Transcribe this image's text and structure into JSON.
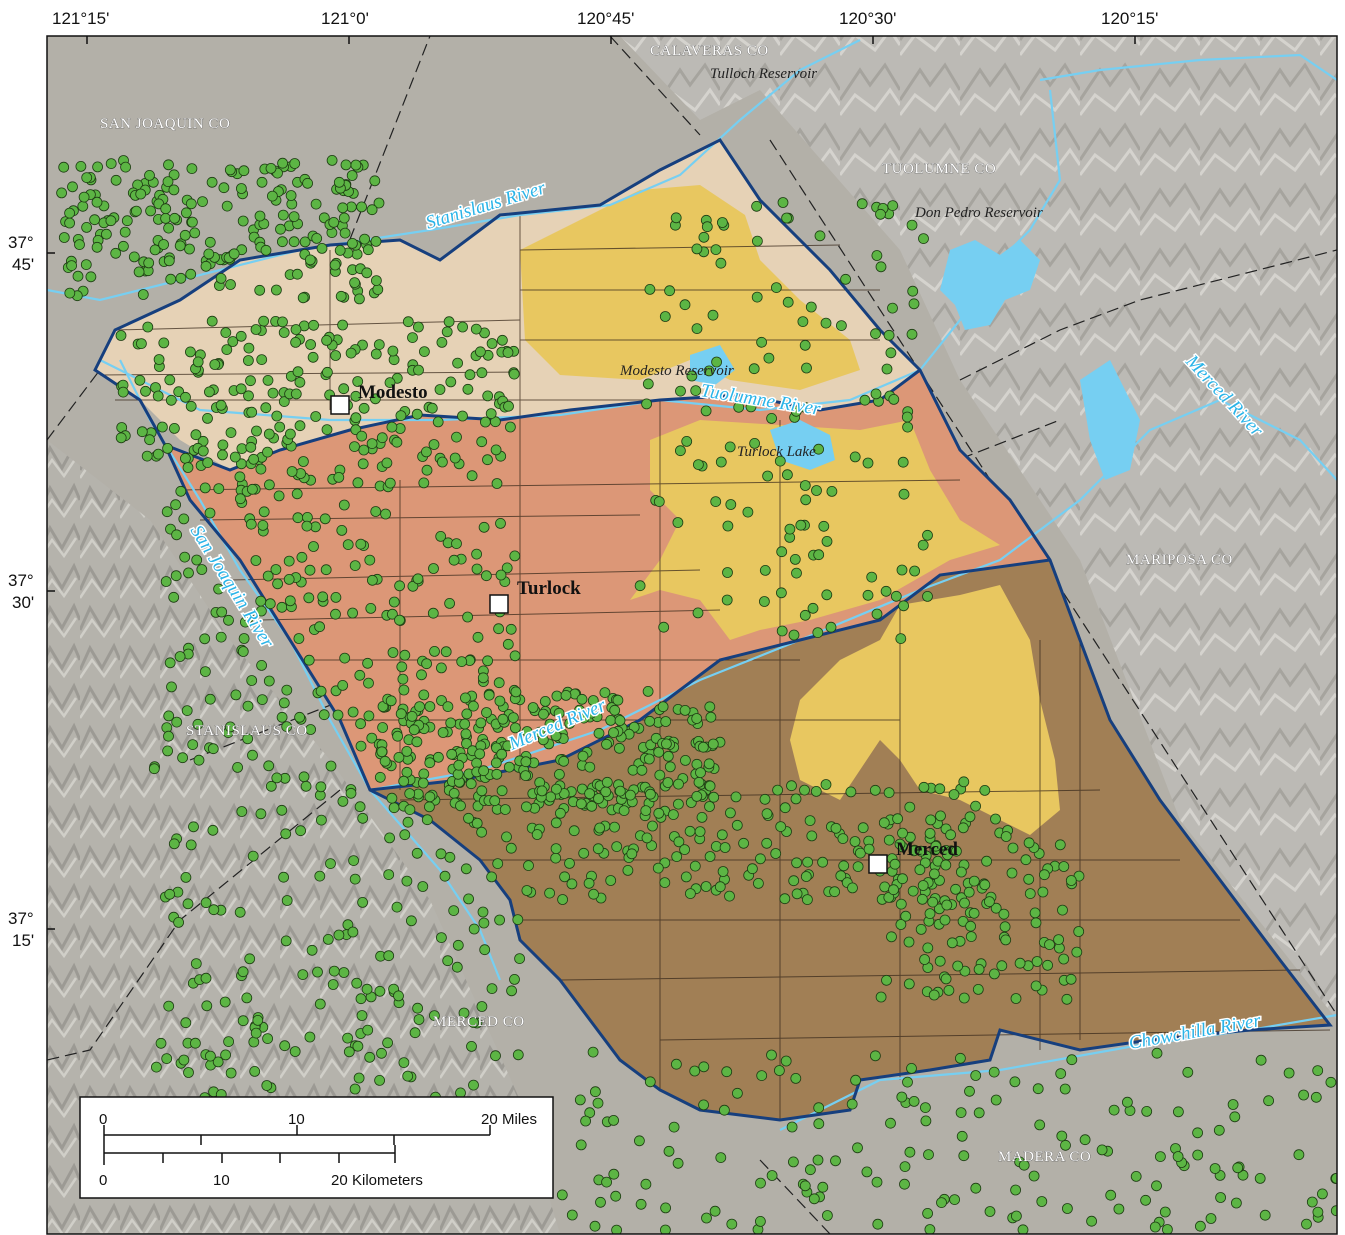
{
  "map": {
    "longitude_ticks": [
      "121°15'",
      "121°0'",
      "120°45'",
      "120°30'",
      "120°15'"
    ],
    "latitude_ticks": [
      {
        "deg": "37°",
        "min": "45'"
      },
      {
        "deg": "37°",
        "min": "30'"
      },
      {
        "deg": "37°",
        "min": "15'"
      }
    ],
    "counties": {
      "san_joaquin": "SAN JOAQUIN CO",
      "calaveras": "CALAVERAS CO",
      "tuolumne": "TUOLUMNE CO",
      "mariposa": "MARIPOSA CO",
      "stanislaus": "STANISLAUS CO",
      "merced": "MERCED CO",
      "madera": "MADERA CO"
    },
    "rivers": {
      "stanislaus": "Stanislaus River",
      "tuolumne": "Tuolumne River",
      "merced_east": "Merced River",
      "merced_central": "Merced River",
      "san_joaquin": "San Joaquin River",
      "chowchilla": "Chowchilla River"
    },
    "reservoirs": {
      "tulloch": "Tulloch Reservoir",
      "don_pedro": "Don Pedro Reservoir",
      "modesto": "Modesto Reservoir",
      "turlock": "Turlock Lake"
    },
    "cities": {
      "modesto": "Modesto",
      "turlock": "Turlock",
      "merced": "Merced"
    },
    "scale_bar": {
      "miles_ticks": [
        "0",
        "10",
        "20"
      ],
      "miles_unit": "Miles",
      "km_ticks": [
        "0",
        "10",
        "20"
      ],
      "km_unit": "Kilometers"
    },
    "colors": {
      "hillshade": "#bdbbb6",
      "valley": "#b3b0a8",
      "modesto_zone": "#e6d2b6",
      "turlock_zone": "#dc9777",
      "merced_zone": "#a17f55",
      "upland_zone": "#e8c760",
      "water": "#76cff2",
      "wells": "#5cb544",
      "boundary": "#163f7e"
    },
    "icons": [
      "city-marker-icon",
      "well-point-icon"
    ]
  }
}
